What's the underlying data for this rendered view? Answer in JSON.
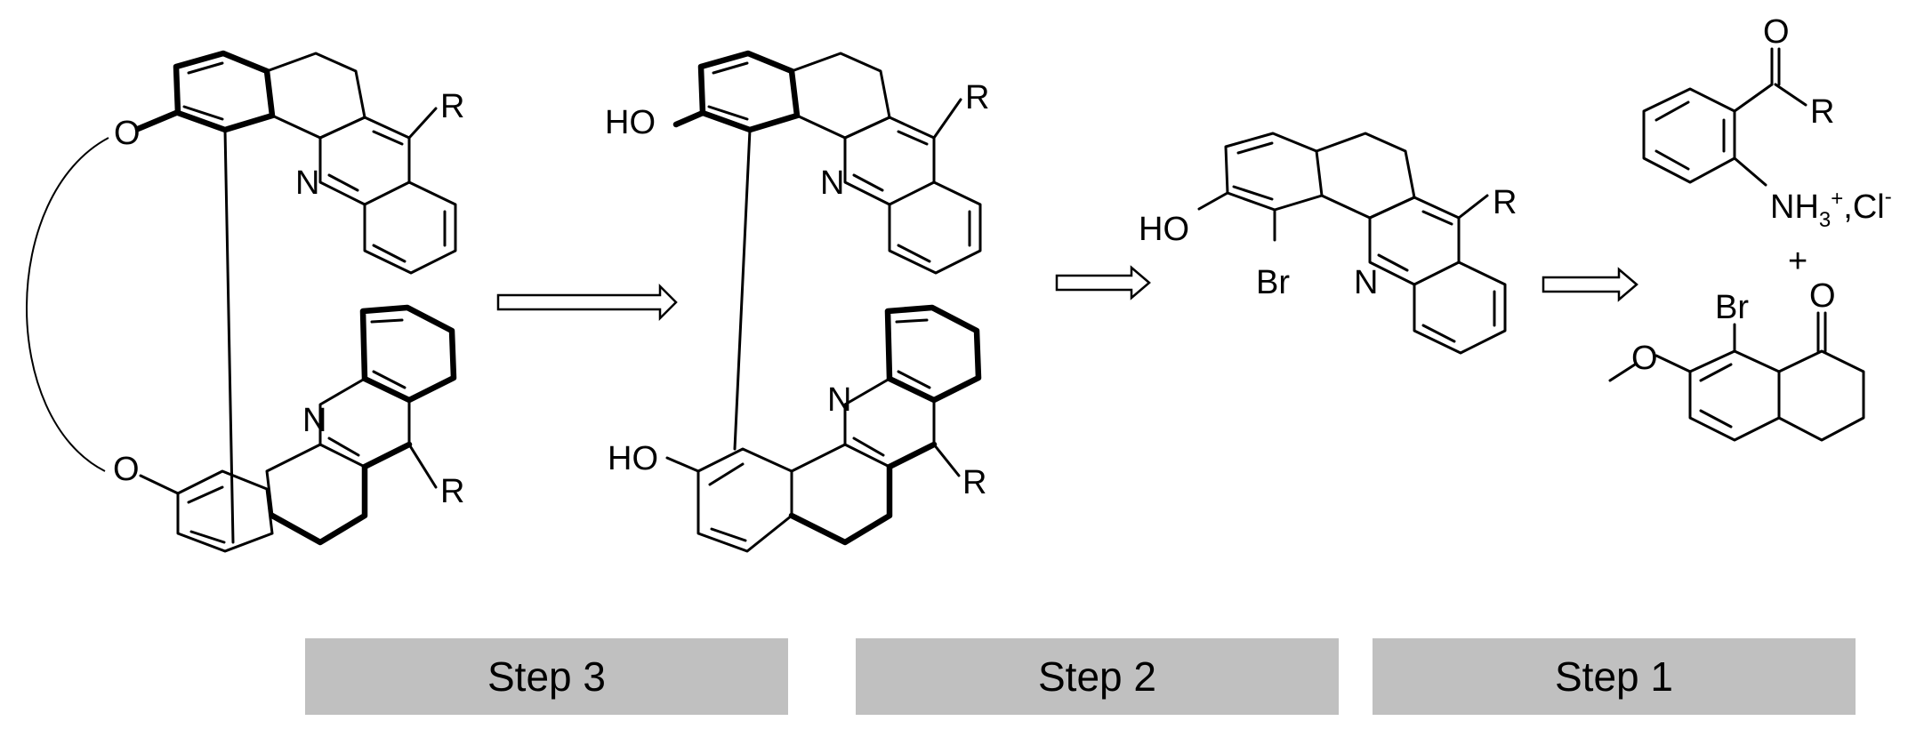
{
  "labels": {
    "o": "O",
    "n": "N",
    "r": "R",
    "ho": "HO",
    "br": "Br",
    "nh3": "NH",
    "nh3_sub": "3",
    "nh3_sup": "+",
    "cl": ",Cl",
    "cl_sup": "-",
    "plus": "+"
  },
  "steps": [
    {
      "label": "Step 3"
    },
    {
      "label": "Step 2"
    },
    {
      "label": "Step 1"
    }
  ],
  "colors": {
    "bar": "#c0c0c0",
    "ink": "#000000"
  }
}
